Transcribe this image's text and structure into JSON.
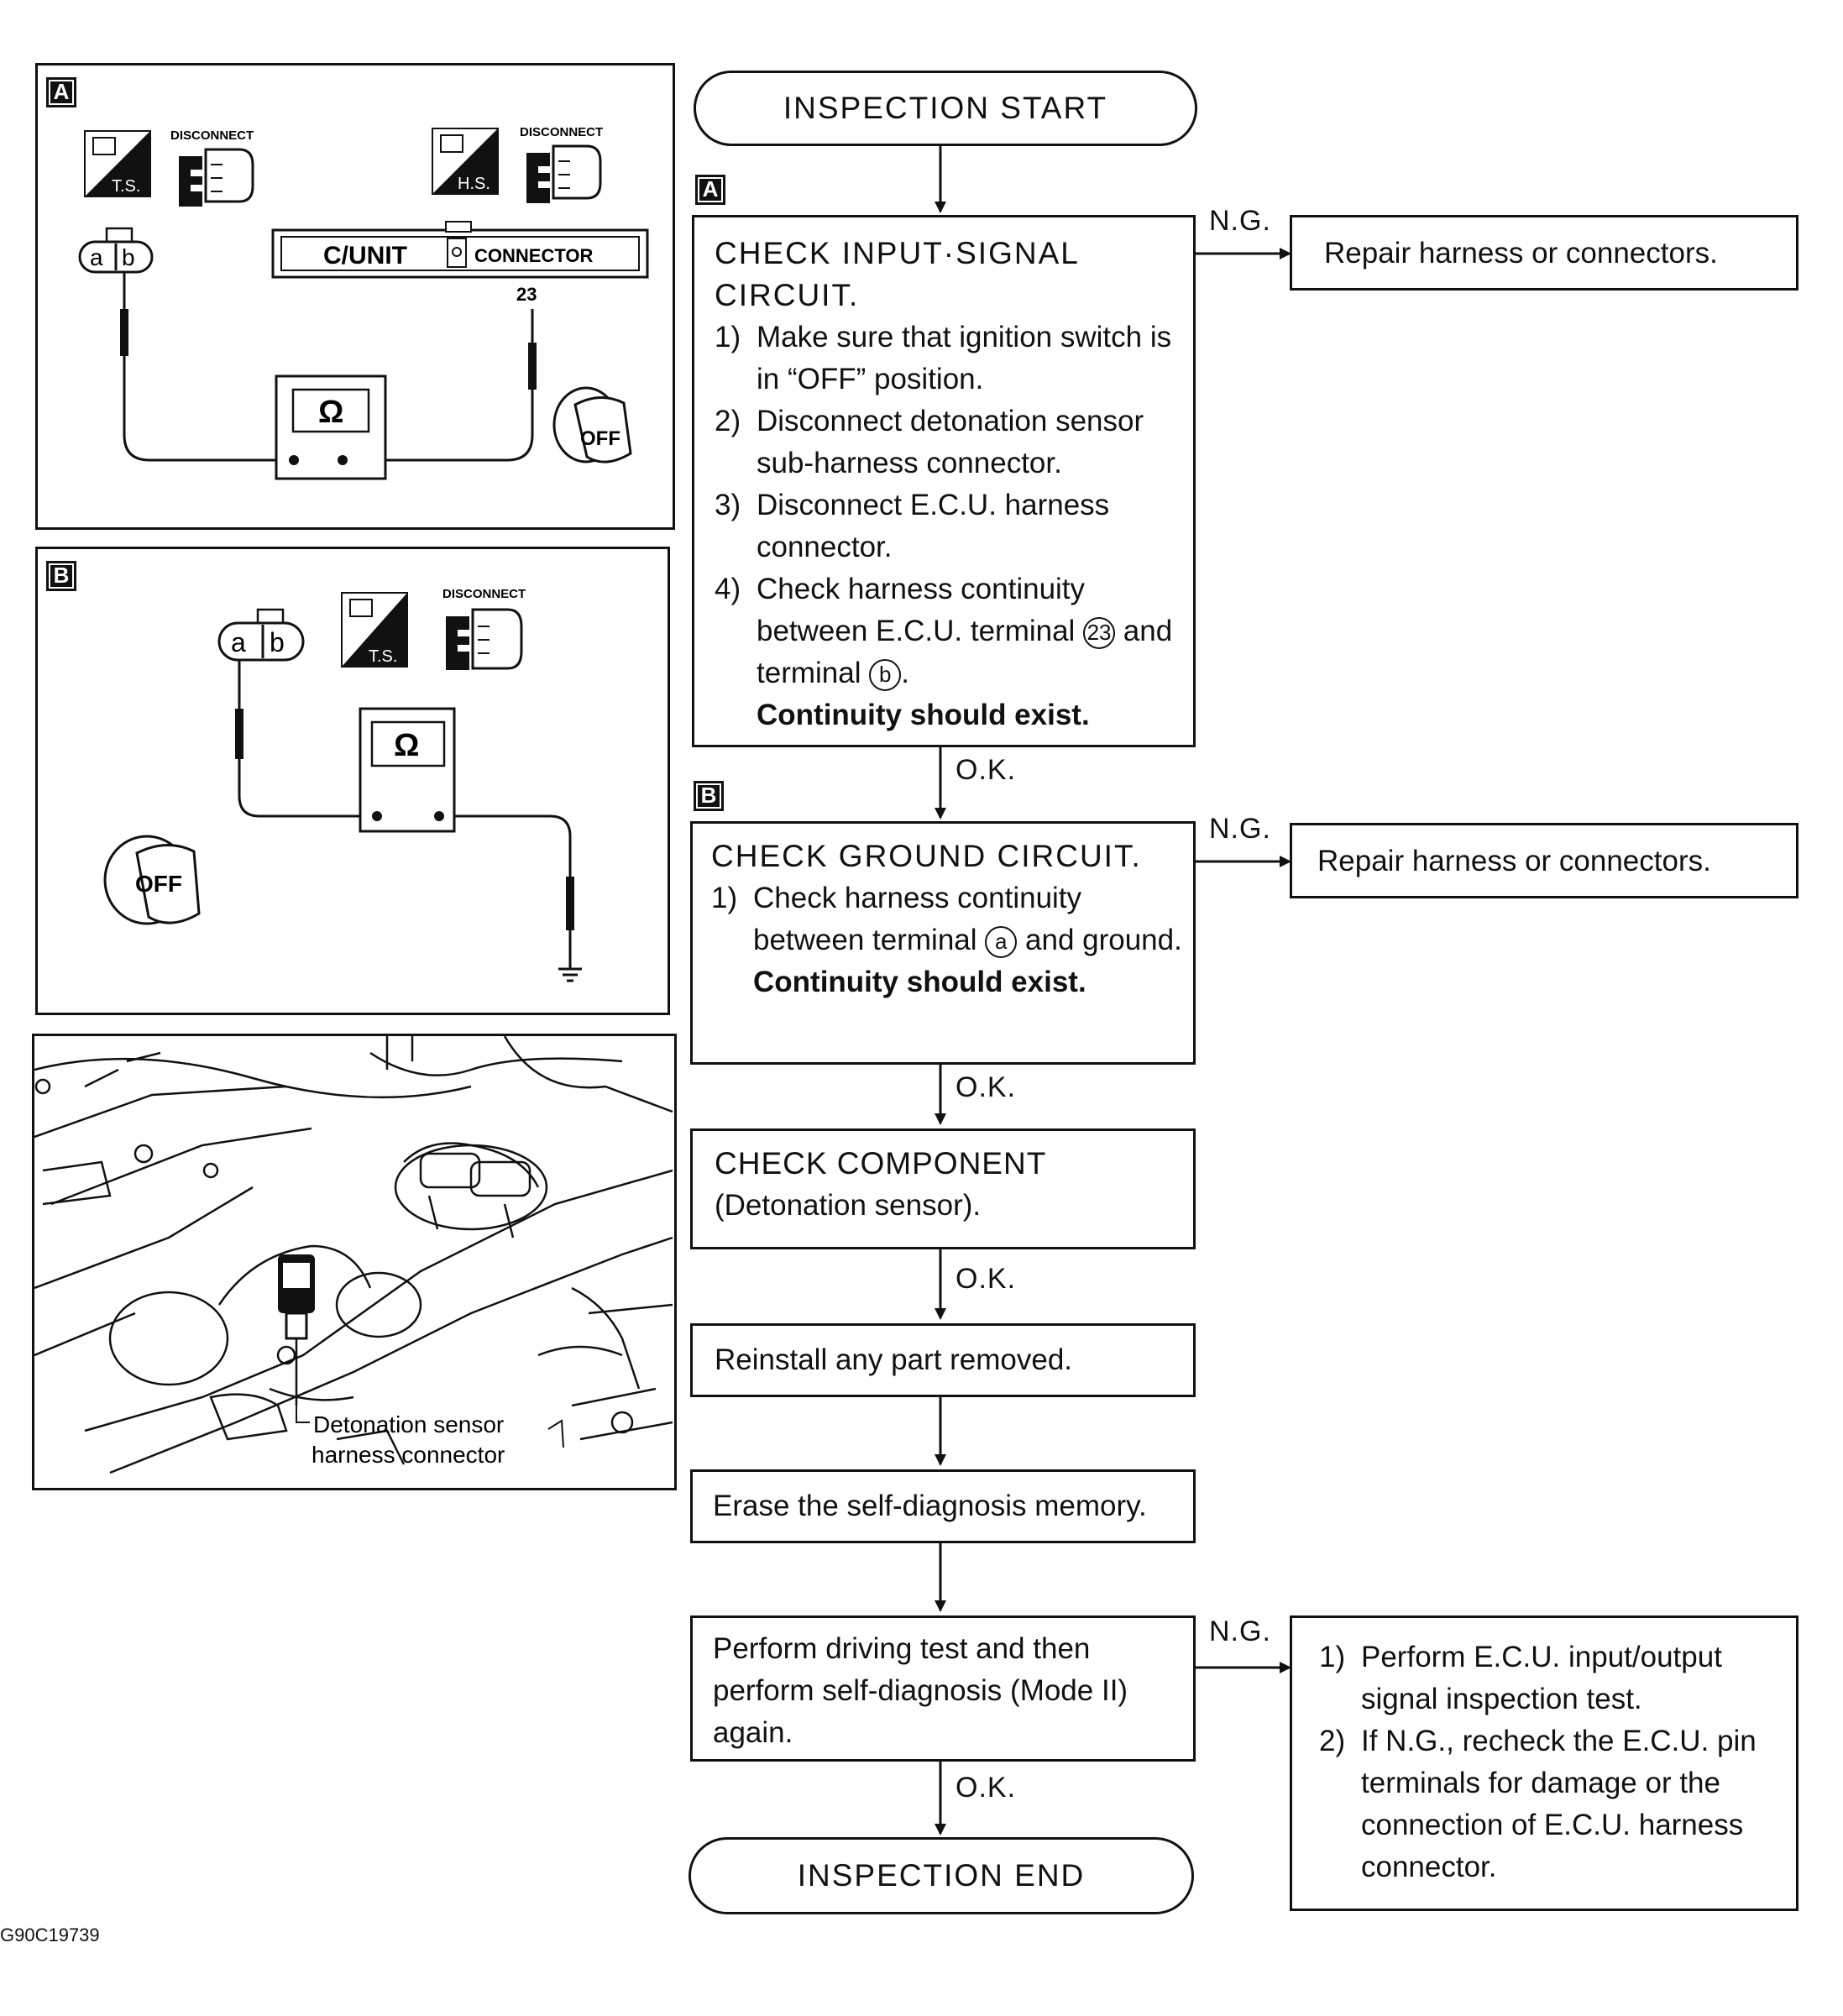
{
  "flow": {
    "start": "INSPECTION START",
    "end": "INSPECTION END",
    "ng_label": "N.G.",
    "ok_label": "O.K.",
    "marker_a": "A",
    "marker_b": "B",
    "step1": {
      "title_line1": "CHECK INPUT·SIGNAL",
      "title_line2": "CIRCUIT.",
      "items": [
        {
          "num": "1)",
          "text": "Make sure that ignition switch is in “OFF” position."
        },
        {
          "num": "2)",
          "text": "Disconnect detonation sensor sub-harness connector."
        },
        {
          "num": "3)",
          "text": "Disconnect E.C.U. harness connector."
        },
        {
          "num": "4)",
          "text_a": "Check harness continuity between E.C.U. terminal",
          "terminal_23": "23",
          "text_b": "and terminal",
          "terminal_b": "b",
          "text_c": "."
        }
      ],
      "note": "Continuity should exist.",
      "ng_action": "Repair harness or connectors."
    },
    "step2": {
      "title": "CHECK GROUND CIRCUIT.",
      "items": [
        {
          "num": "1)",
          "text_a": "Check harness continuity between terminal",
          "terminal_a": "a",
          "text_b": "and ground."
        }
      ],
      "note": "Continuity should exist.",
      "ng_action": "Repair harness or connectors."
    },
    "step3": {
      "line1": "CHECK COMPONENT",
      "line2": "(Detonation sensor)."
    },
    "step4": "Reinstall any part removed.",
    "step5": "Erase the self-diagnosis memory.",
    "step6": "Perform driving test and then perform self-diagnosis (Mode II) again.",
    "step6_ng": [
      {
        "num": "1)",
        "text": "Perform E.C.U. input/output signal inspection test."
      },
      {
        "num": "2)",
        "text": "If N.G., recheck the E.C.U. pin terminals for damage or the connection of E.C.U. harness connector."
      }
    ]
  },
  "panel_a": {
    "badge": "A",
    "disconnect1": "DISCONNECT",
    "disconnect2": "DISCONNECT",
    "ts": "T.S.",
    "hs": "H.S.",
    "cunit": "C/UNIT",
    "connector": "CONNECTOR",
    "pin": "23",
    "ohm": "Ω",
    "off": "OFF",
    "ab_a": "a",
    "ab_b": "b"
  },
  "panel_b": {
    "badge": "B",
    "disconnect": "DISCONNECT",
    "ts": "T.S.",
    "ohm": "Ω",
    "off": "OFF",
    "ab_a": "a",
    "ab_b": "b"
  },
  "panel_c": {
    "callout_line1": "Detonation sensor",
    "callout_line2": "harness connector"
  },
  "figure_id": "G90C19739"
}
